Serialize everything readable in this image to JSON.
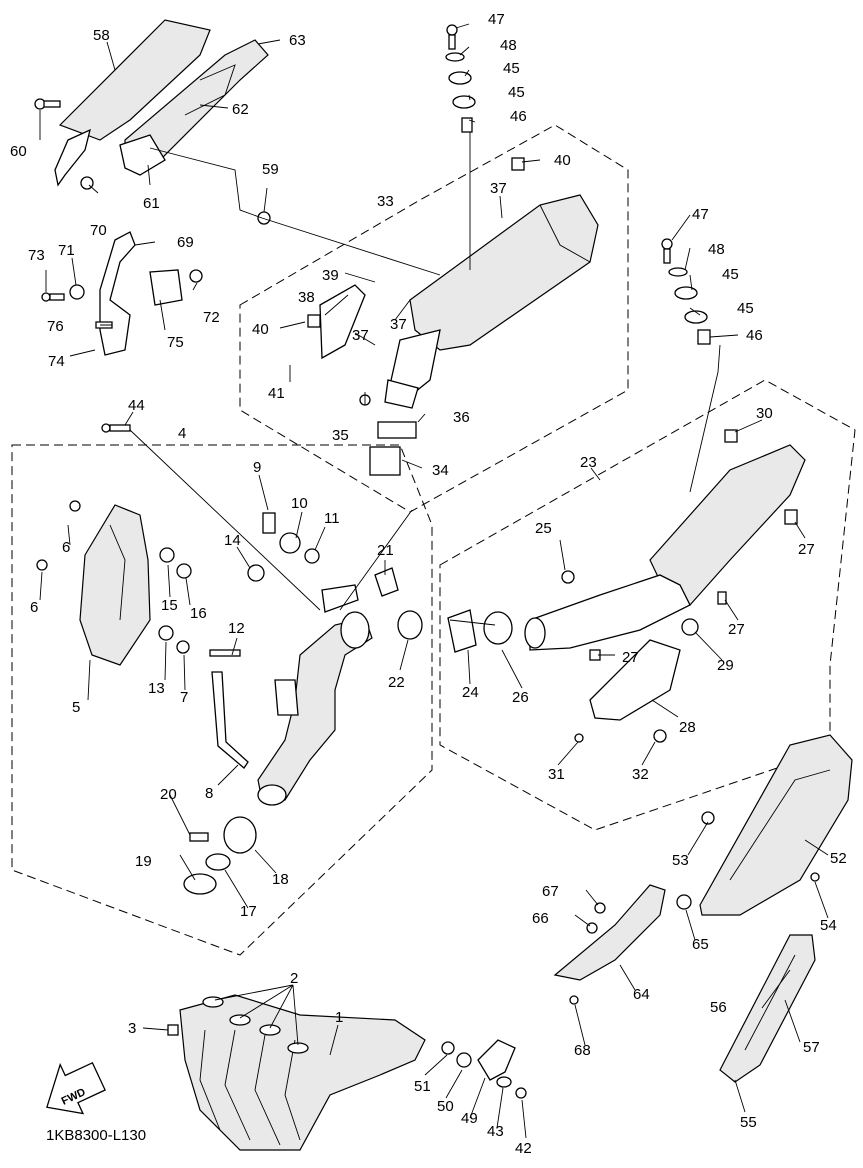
{
  "diagram": {
    "code": "1KB8300-L130",
    "fwd_label": "FWD",
    "callouts": {
      "c1": "1",
      "c2": "2",
      "c3": "3",
      "c4": "4",
      "c5": "5",
      "c6a": "6",
      "c6b": "6",
      "c7": "7",
      "c8": "8",
      "c9": "9",
      "c10": "10",
      "c11": "11",
      "c12": "12",
      "c13": "13",
      "c14": "14",
      "c15": "15",
      "c16": "16",
      "c17": "17",
      "c18": "18",
      "c19": "19",
      "c20": "20",
      "c21": "21",
      "c22": "22",
      "c23": "23",
      "c24": "24",
      "c25": "25",
      "c26": "26",
      "c27a": "27",
      "c27b": "27",
      "c27c": "27",
      "c28": "28",
      "c29": "29",
      "c30": "30",
      "c31": "31",
      "c32": "32",
      "c33": "33",
      "c34": "34",
      "c35": "35",
      "c36": "36",
      "c37a": "37",
      "c37b": "37",
      "c37c": "37",
      "c38": "38",
      "c39": "39",
      "c40a": "40",
      "c40b": "40",
      "c41": "41",
      "c42": "42",
      "c43": "43",
      "c44": "44",
      "c45a": "45",
      "c45b": "45",
      "c45c": "45",
      "c45d": "45",
      "c46a": "46",
      "c46b": "46",
      "c47a": "47",
      "c47b": "47",
      "c48a": "48",
      "c48b": "48",
      "c49": "49",
      "c50": "50",
      "c51": "51",
      "c52": "52",
      "c53": "53",
      "c54": "54",
      "c55": "55",
      "c56": "56",
      "c57": "57",
      "c58": "58",
      "c59": "59",
      "c60": "60",
      "c61": "61",
      "c62": "62",
      "c63": "63",
      "c64": "64",
      "c65": "65",
      "c66": "66",
      "c67": "67",
      "c68": "68",
      "c69": "69",
      "c70": "70",
      "c71": "71",
      "c72": "72",
      "c73": "73",
      "c74": "74",
      "c75": "75",
      "c76": "76"
    }
  }
}
